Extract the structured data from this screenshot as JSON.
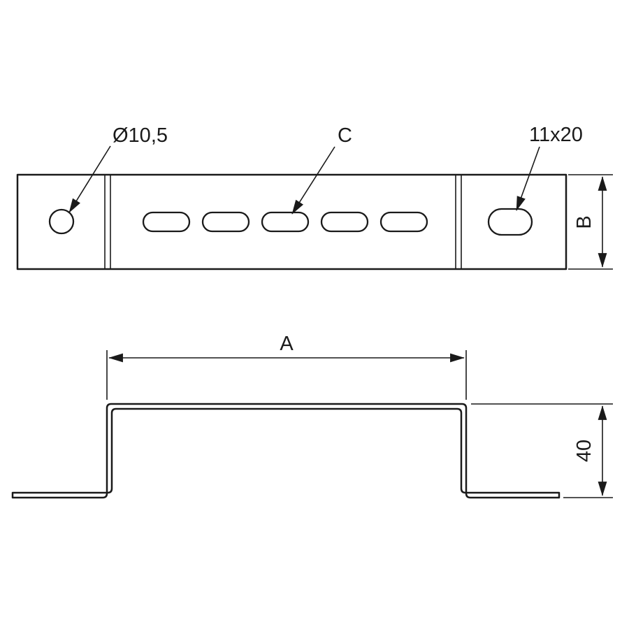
{
  "colors": {
    "line": "#1a1a1a",
    "background": "#ffffff"
  },
  "top_view": {
    "hole_label": "Ø10,5",
    "slot_label": "C",
    "oblong_label": "11x20",
    "height_dim_label": "B"
  },
  "profile_view": {
    "width_dim_label": "A",
    "height_dim_label": "40"
  }
}
